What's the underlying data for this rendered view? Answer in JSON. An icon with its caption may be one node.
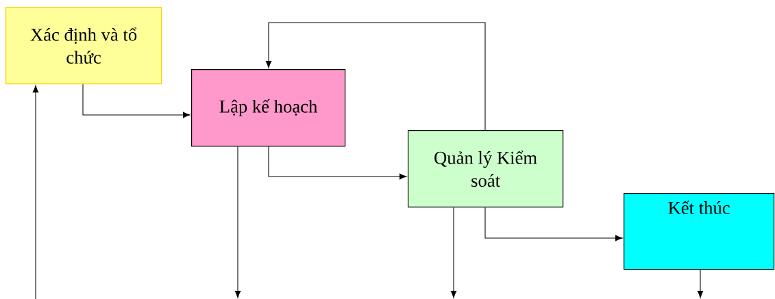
{
  "diagram": {
    "nodes": [
      {
        "text": [
          "Xác định và tổ chức"
        ]
      },
      {
        "text": [
          "Lập kế hoạch"
        ]
      },
      {
        "text": [
          "Quản lý Kiểm soát"
        ]
      },
      {
        "text": [
          "Kết thúc"
        ]
      }
    ],
    "edges": [
      {
        "from": null,
        "to": 0,
        "arrow": "to"
      },
      {
        "from": 0,
        "to": 1,
        "arrow": "to"
      },
      {
        "from": 1,
        "to": 2,
        "arrow": "to"
      },
      {
        "from": 2,
        "to": 1,
        "arrow": "to"
      },
      {
        "from": 2,
        "to": 3,
        "arrow": "to"
      },
      {
        "from": 1,
        "to": null,
        "arrow": "to"
      },
      {
        "from": 2,
        "to": null,
        "arrow": "to"
      },
      {
        "from": 3,
        "to": null,
        "arrow": "to"
      }
    ]
  }
}
